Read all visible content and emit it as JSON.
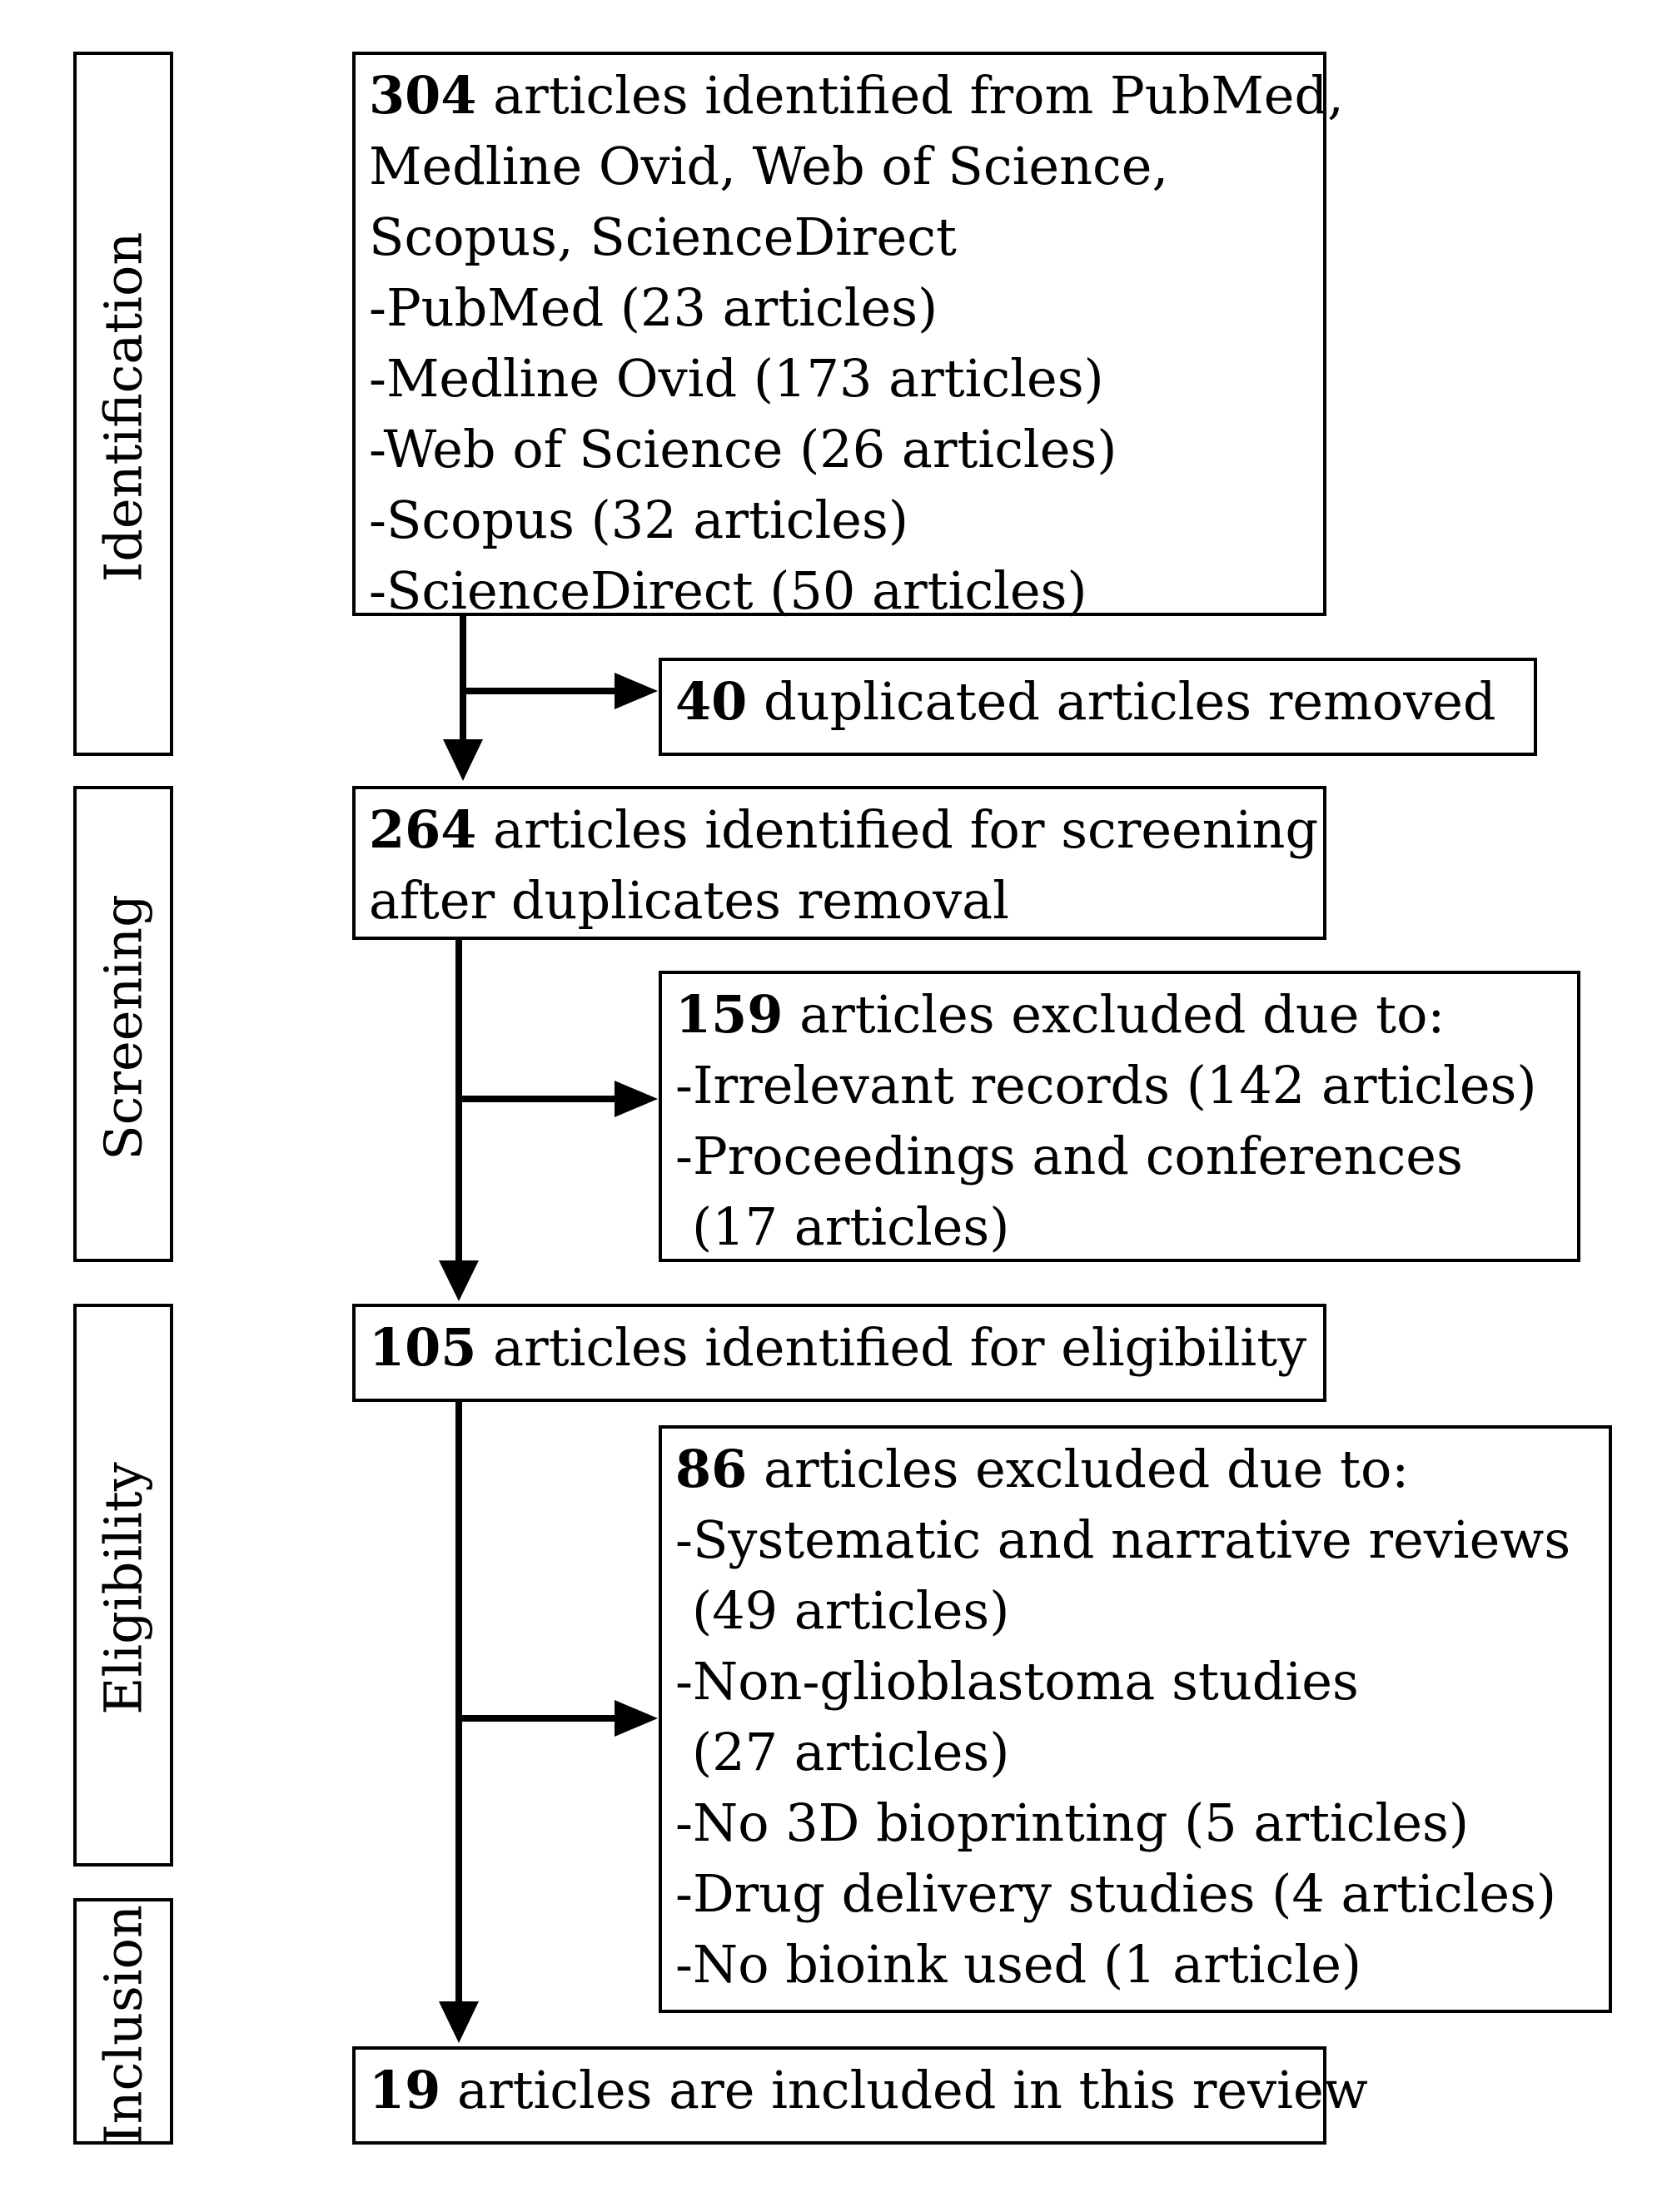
{
  "stages": {
    "identification": "Identification",
    "screening": "Screening",
    "eligibility": "Eligibility",
    "inclusion": "Inclusion"
  },
  "identified": {
    "count": "304",
    "text": " articles identified from PubMed,",
    "line2": "Medline Ovid, Web of Science,",
    "line3": "Scopus, ScienceDirect",
    "sources": [
      "-PubMed (23 articles)",
      "-Medline Ovid (173 articles)",
      "-Web of Science (26 articles)",
      "-Scopus (32 articles)",
      "-ScienceDirect (50 articles)"
    ]
  },
  "duplicates": {
    "count": "40",
    "text": " duplicated articles removed"
  },
  "screening": {
    "count": "264",
    "text": " articles identified for screening",
    "line2": "after duplicates removal"
  },
  "screening_excluded": {
    "count": "159",
    "text": " articles excluded due to:",
    "lines": [
      "-Irrelevant records (142 articles)",
      "-Proceedings and conferences",
      "(17 articles)"
    ]
  },
  "eligibility": {
    "count": "105",
    "text": " articles identified for eligibility"
  },
  "eligibility_excluded": {
    "count": "86",
    "text": " articles excluded due to:",
    "lines": [
      "-Systematic and narrative reviews",
      "(49 articles)",
      "-Non-glioblastoma studies",
      "(27 articles)",
      "-No 3D bioprinting (5 articles)",
      "-Drug delivery studies (4 articles)",
      "-No bioink used (1 article)"
    ]
  },
  "included": {
    "count": "19",
    "text": " articles are included in this review"
  }
}
